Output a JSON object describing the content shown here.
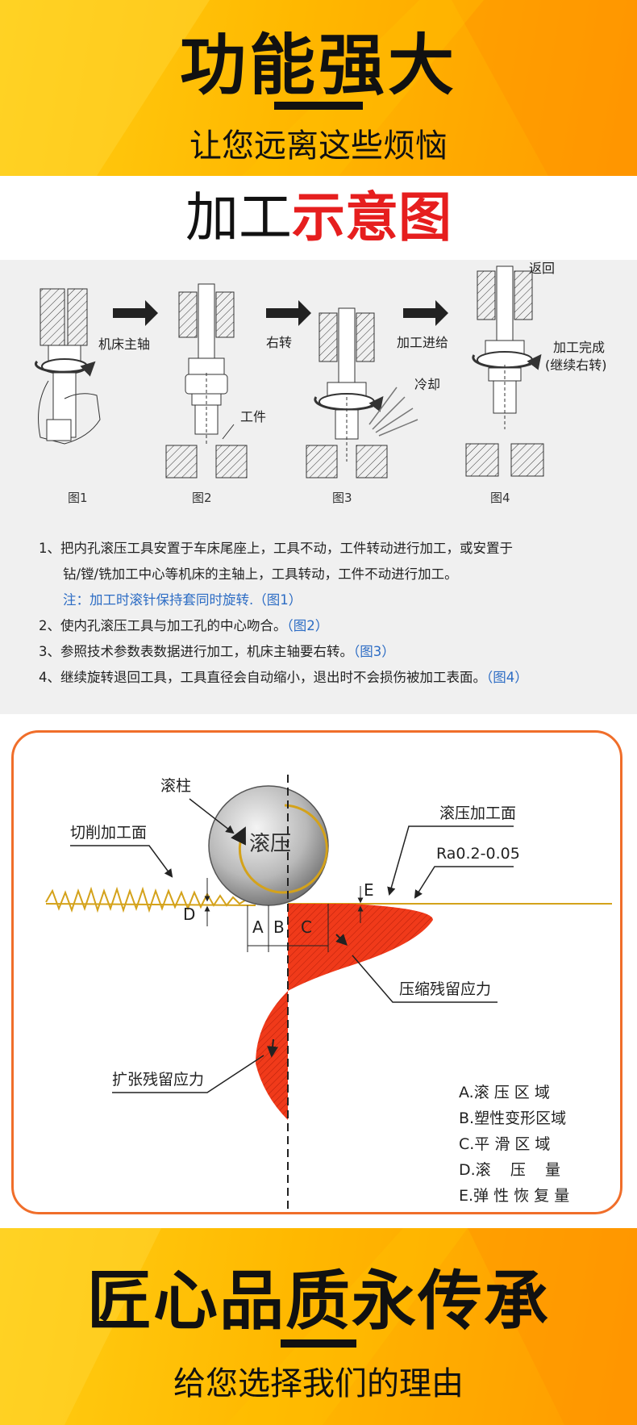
{
  "banner_top": {
    "title": "功能强大",
    "subtitle": "让您远离这些烦恼"
  },
  "section_title": {
    "part1": "加工",
    "part2": "示意图"
  },
  "process": {
    "labels": {
      "spindle": "机床主轴",
      "workpiece": "工件",
      "right_turn": "右转",
      "cooling": "冷却",
      "feed": "加工进给",
      "return": "返回",
      "complete_line1": "加工完成",
      "complete_line2": "(继续右转)"
    },
    "figures": [
      "图1",
      "图2",
      "图3",
      "图4"
    ],
    "steps": {
      "s1a": "1、把内孔滚压工具安置于车床尾座上，工具不动，工件转动进行加工，或安置于",
      "s1b": "钻/镗/铣加工中心等机床的主轴上，工具转动，工件不动进行加工。",
      "note": "注：加工时滚针保持套同时旋转.（图1）",
      "s2": "2、使内孔滚压工具与加工孔的中心吻合。",
      "s2ref": "（图2）",
      "s3": "3、参照技术参数表数据进行加工，机床主轴要右转。",
      "s3ref": "（图3）",
      "s4": "4、继续旋转退回工具，工具直径会自动缩小，退出时不会损伤被加工表面。",
      "s4ref": "（图4）"
    }
  },
  "mechanism": {
    "labels": {
      "roller": "滚柱",
      "roller_inner": "滚压",
      "cut_surface": "切削加工面",
      "rolled_surface": "滚压加工面",
      "ra": "Ra0.2-0.05",
      "compress_stress": "压缩残留应力",
      "expand_stress": "扩张残留应力",
      "A": "A",
      "B": "B",
      "C": "C",
      "D": "D",
      "E": "E"
    },
    "legend": [
      "A.滚 压 区 域",
      "B.塑性变形区域",
      "C.平 滑 区 域",
      "D.滚    压    量",
      "E.弹 性 恢 复 量"
    ]
  },
  "banner_bottom": {
    "title": "匠心品质永传承",
    "subtitle": "给您选择我们的理由"
  },
  "colors": {
    "orange": "#ffb800",
    "red": "#e61e1e",
    "stress_fill": "#f03a1a",
    "border": "#f06e2a",
    "blue": "#2c6cc4"
  }
}
